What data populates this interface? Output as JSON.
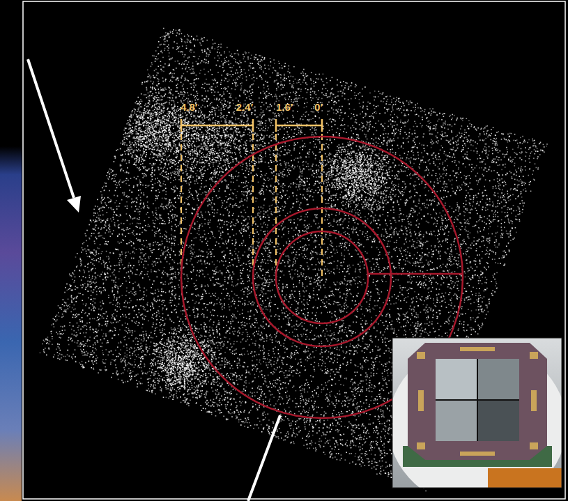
{
  "diagram": {
    "labels": [
      "4.8′",
      "2.4′",
      "1.6′",
      "0′"
    ]
  }
}
